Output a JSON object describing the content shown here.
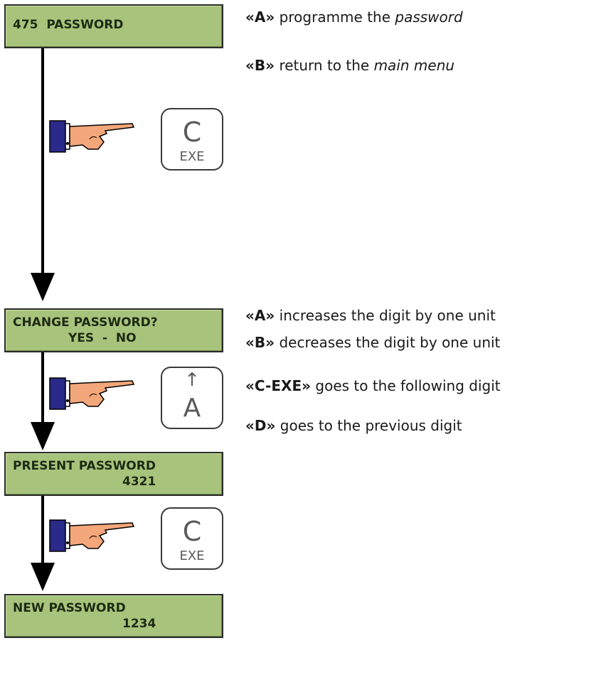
{
  "screens": [
    {
      "line1": "475  PASSWORD",
      "line2": ""
    },
    {
      "line1": "CHANGE PASSWORD?",
      "line2": "YES  -  NO"
    },
    {
      "line1": "PRESENT PASSWORD",
      "line2": "4321"
    },
    {
      "line1": "NEW PASSWORD",
      "line2": "1234"
    }
  ],
  "keys": {
    "key1": {
      "top": "C",
      "bottom": "EXE"
    },
    "key2": {
      "top": "↑",
      "bottom": "A"
    },
    "key3": {
      "top": "C",
      "bottom": "EXE"
    }
  },
  "notes_top": [
    {
      "key": "«A»",
      "text": " programme the ",
      "italic": "password"
    },
    {
      "key": "«B»",
      "text": " return to the ",
      "italic": "main menu"
    }
  ],
  "notes_mid": [
    {
      "key": "«A»",
      "text": " increases the digit by one unit"
    },
    {
      "key": "«B»",
      "text": " decreases the digit by one unit"
    },
    {
      "key": "«C-EXE»",
      "text": " goes to the following digit"
    },
    {
      "key": "«D»",
      "text": " goes to the previous digit"
    }
  ],
  "colors": {
    "lcd": "#a8c47c",
    "hand": "#f4a77a",
    "cuff": "#2a2a8a"
  }
}
